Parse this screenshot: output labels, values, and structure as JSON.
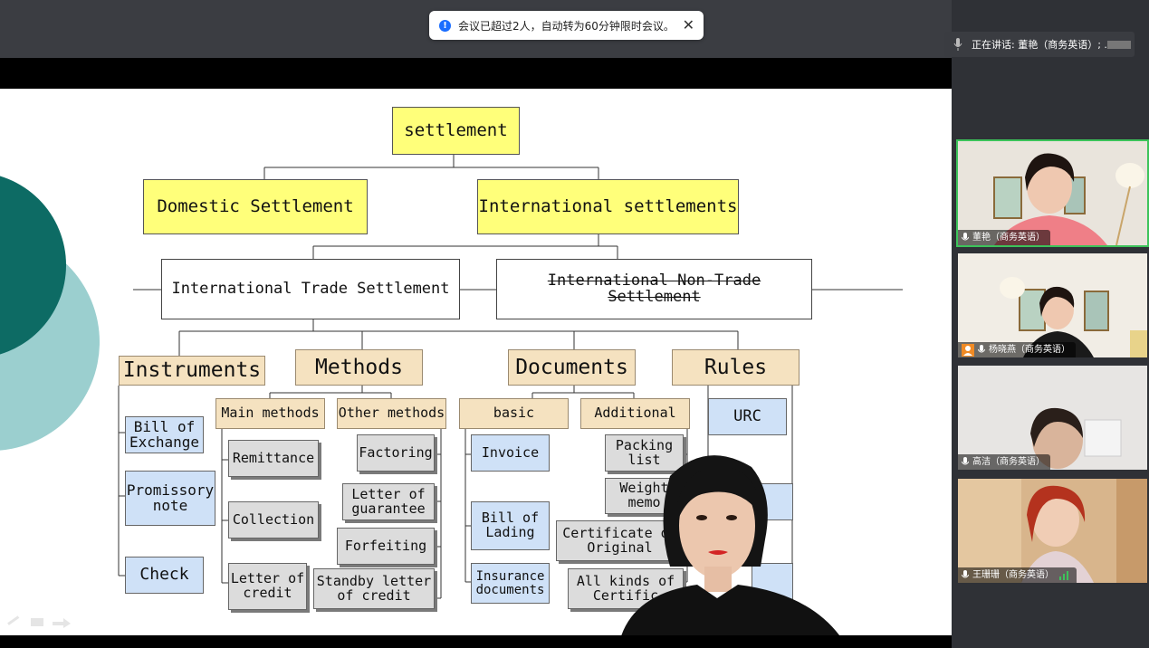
{
  "toast": {
    "message": "会议已超过2人，自动转为60分钟限时会议。",
    "close_label": "✕"
  },
  "speaking": {
    "text": "正在讲话:  董艳（商务英语）; ..."
  },
  "participants": [
    {
      "name": "董艳（商务英语）"
    },
    {
      "name": "杨晓燕（商务英语）"
    },
    {
      "name": "高洁（商务英语）"
    },
    {
      "name": "王珊珊（商务英语）"
    }
  ],
  "slide": {
    "root": "settlement",
    "domestic": "Domestic Settlement",
    "international": "International settlements",
    "trade": "International Trade Settlement",
    "non_trade": "International Non-Trade Settlement",
    "categories": {
      "instruments": "Instruments",
      "methods": "Methods",
      "documents": "Documents",
      "rules": "Rules"
    },
    "instruments": [
      "Bill of Exchange",
      "Promissory note",
      "Check"
    ],
    "methods_main": "Main methods",
    "methods_other": "Other methods",
    "main_methods": [
      "Remittance",
      "Collection",
      "Letter of credit"
    ],
    "other_methods": [
      "Factoring",
      "Letter of guarantee",
      "Forfeiting",
      "Standby letter of credit"
    ],
    "documents_basic": "basic",
    "documents_additional": "Additional",
    "basic_docs": [
      "Invoice",
      "Bill of Lading",
      "Insurance documents"
    ],
    "additional_docs": [
      "Packing list",
      "Weight memo",
      "Certificate of Original",
      "All kinds of Certific"
    ],
    "rules": [
      "URC"
    ]
  },
  "colors": {
    "active_border": "#3cc35a",
    "toast_icon": "#1a6dff",
    "yellow_box": "#ffff7a",
    "tan_box": "#f5e2c0",
    "blue_box": "#cfe1f7"
  }
}
